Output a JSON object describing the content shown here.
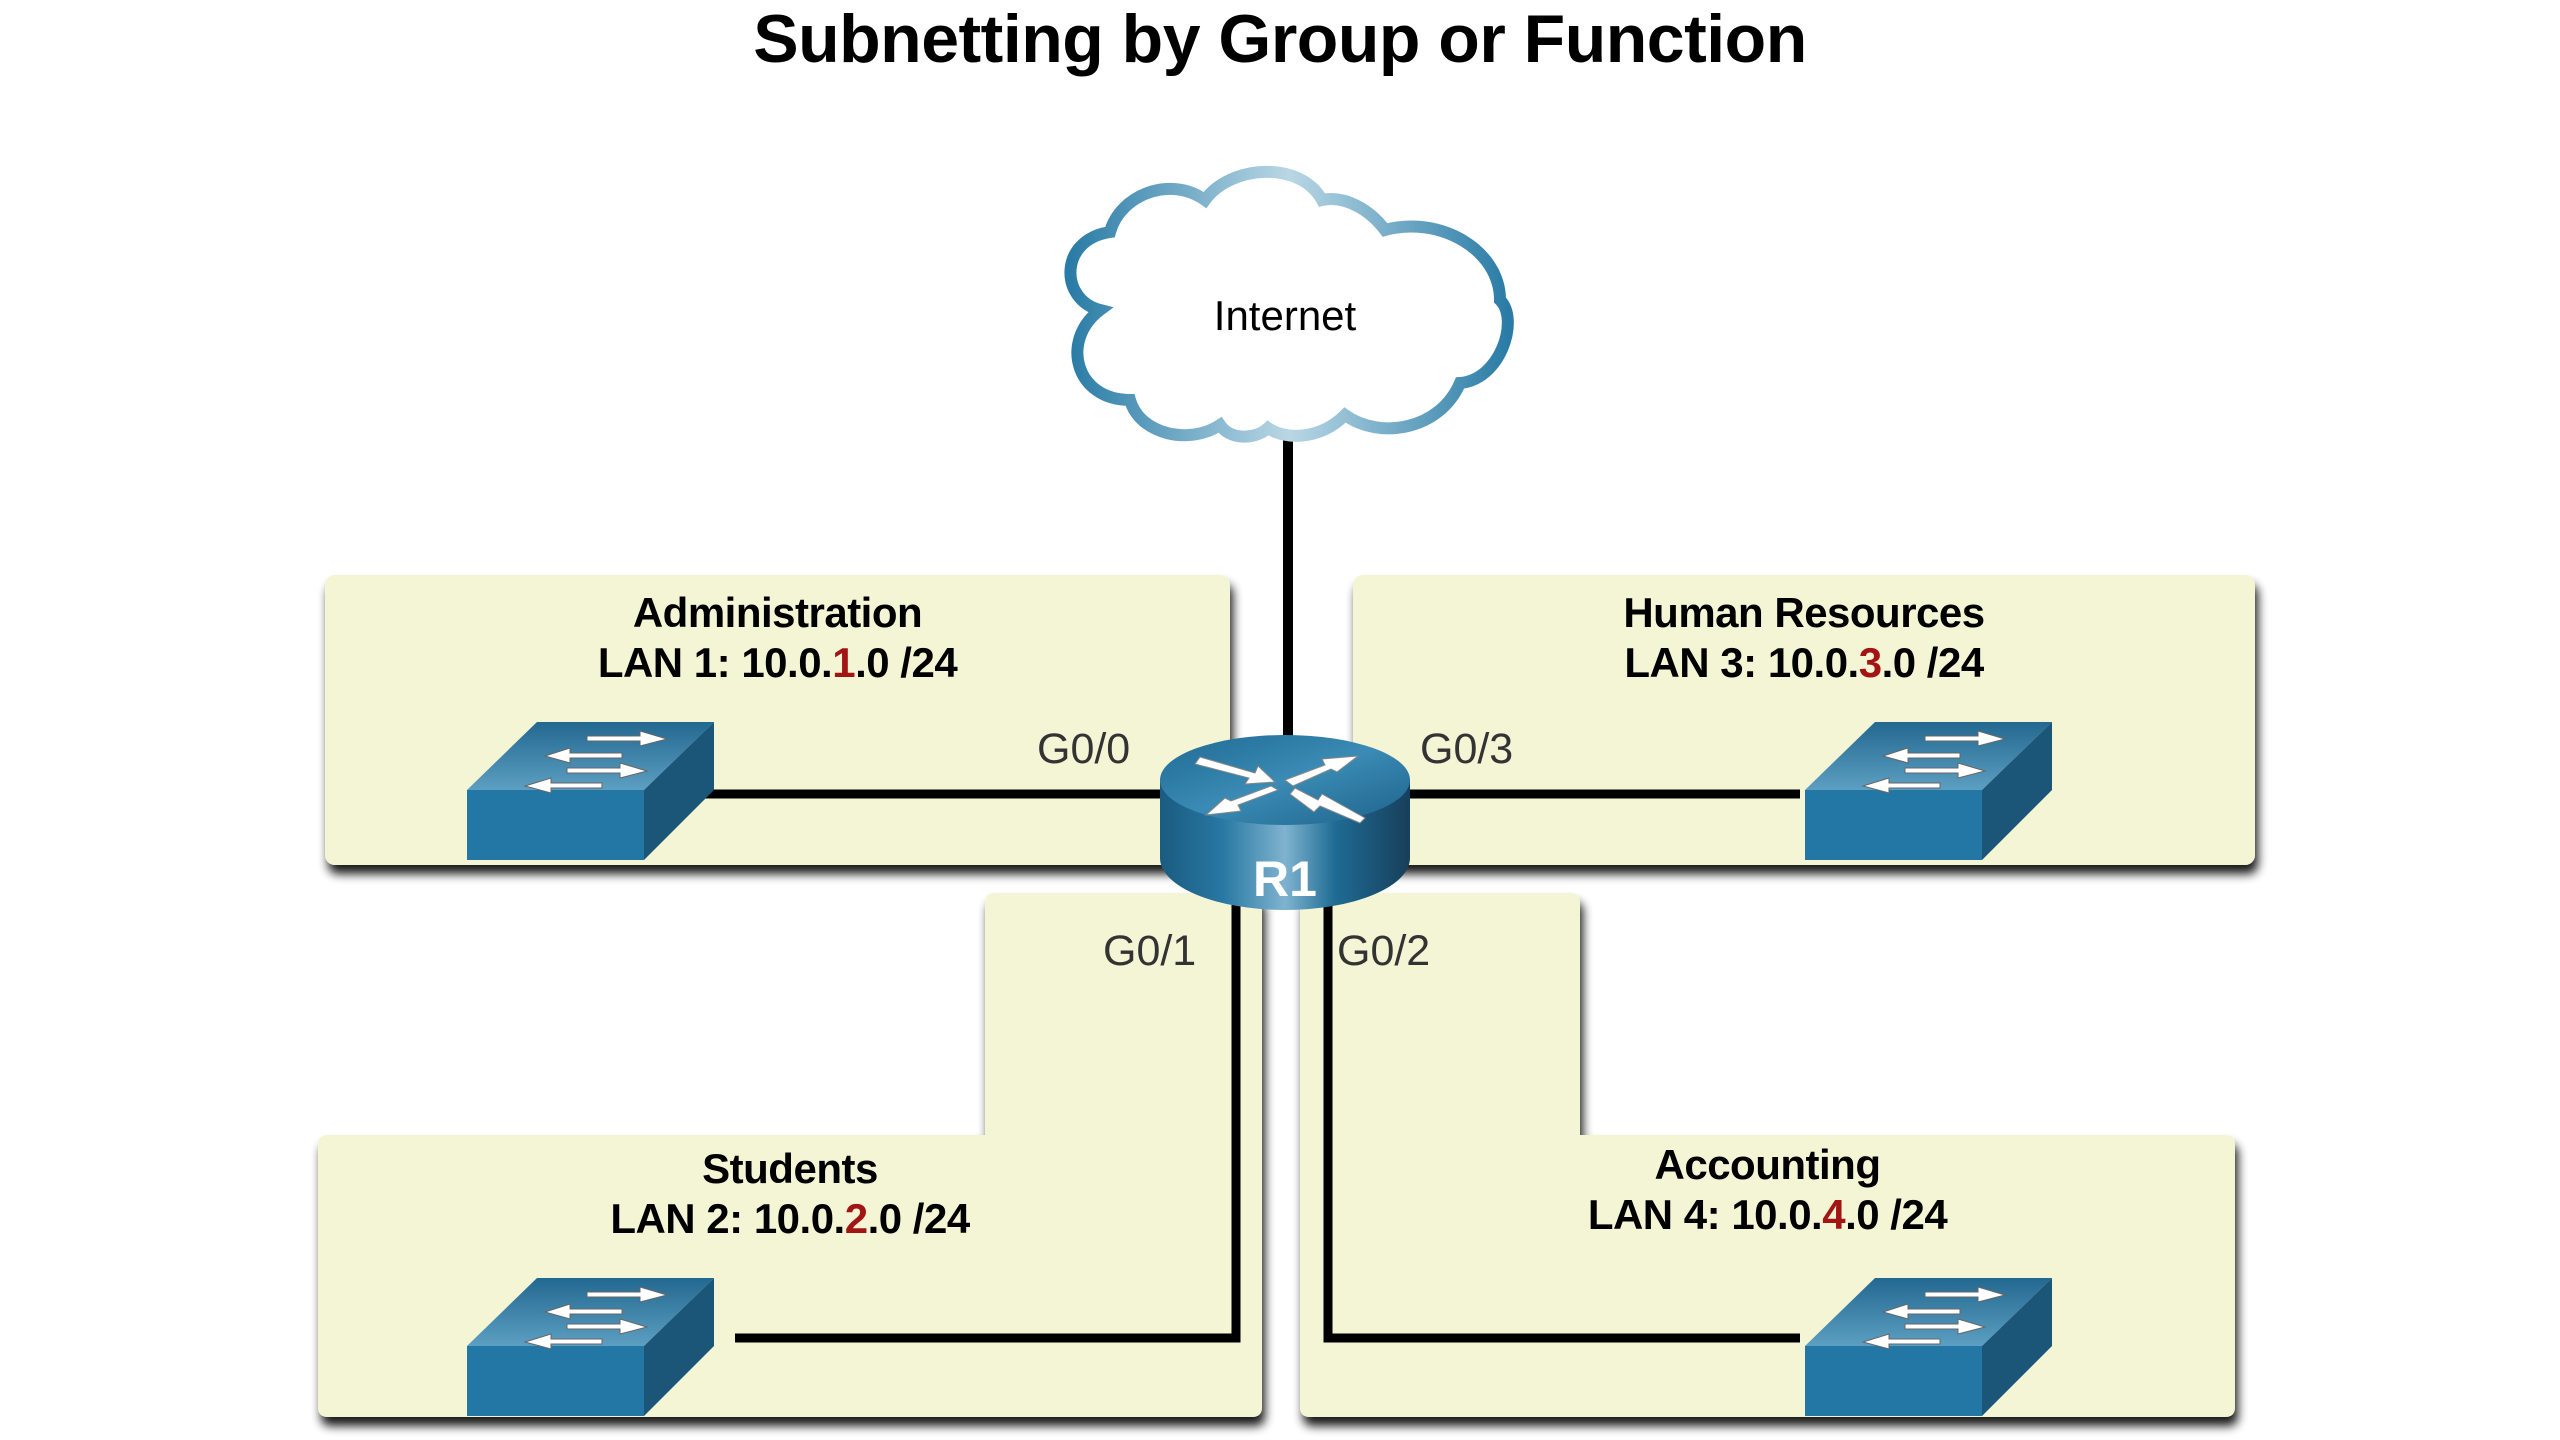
{
  "title": "Subnetting by Group or Function",
  "colors": {
    "panel": "#F3F5D5",
    "subnet_highlight": "#A31515",
    "device_blue": "#2377A4",
    "wire": "#000000"
  },
  "internet": {
    "label": "Internet",
    "icon": "cloud-icon"
  },
  "router": {
    "label": "R1",
    "icon": "router-icon"
  },
  "lans": [
    {
      "group": "Administration",
      "prefix": "LAN 1: 10.0.",
      "octet": "1",
      "suffix": ".0 /24",
      "port": "G0/0",
      "icon": "switch-icon"
    },
    {
      "group": "Students",
      "prefix": "LAN 2: 10.0.",
      "octet": "2",
      "suffix": ".0 /24",
      "port": "G0/1",
      "icon": "switch-icon"
    },
    {
      "group": "Human Resources",
      "prefix": "LAN 3: 10.0.",
      "octet": "3",
      "suffix": ".0 /24",
      "port": "G0/3",
      "icon": "switch-icon"
    },
    {
      "group": "Accounting",
      "prefix": "LAN 4: 10.0.",
      "octet": "4",
      "suffix": ".0 /24",
      "port": "G0/2",
      "icon": "switch-icon"
    }
  ]
}
